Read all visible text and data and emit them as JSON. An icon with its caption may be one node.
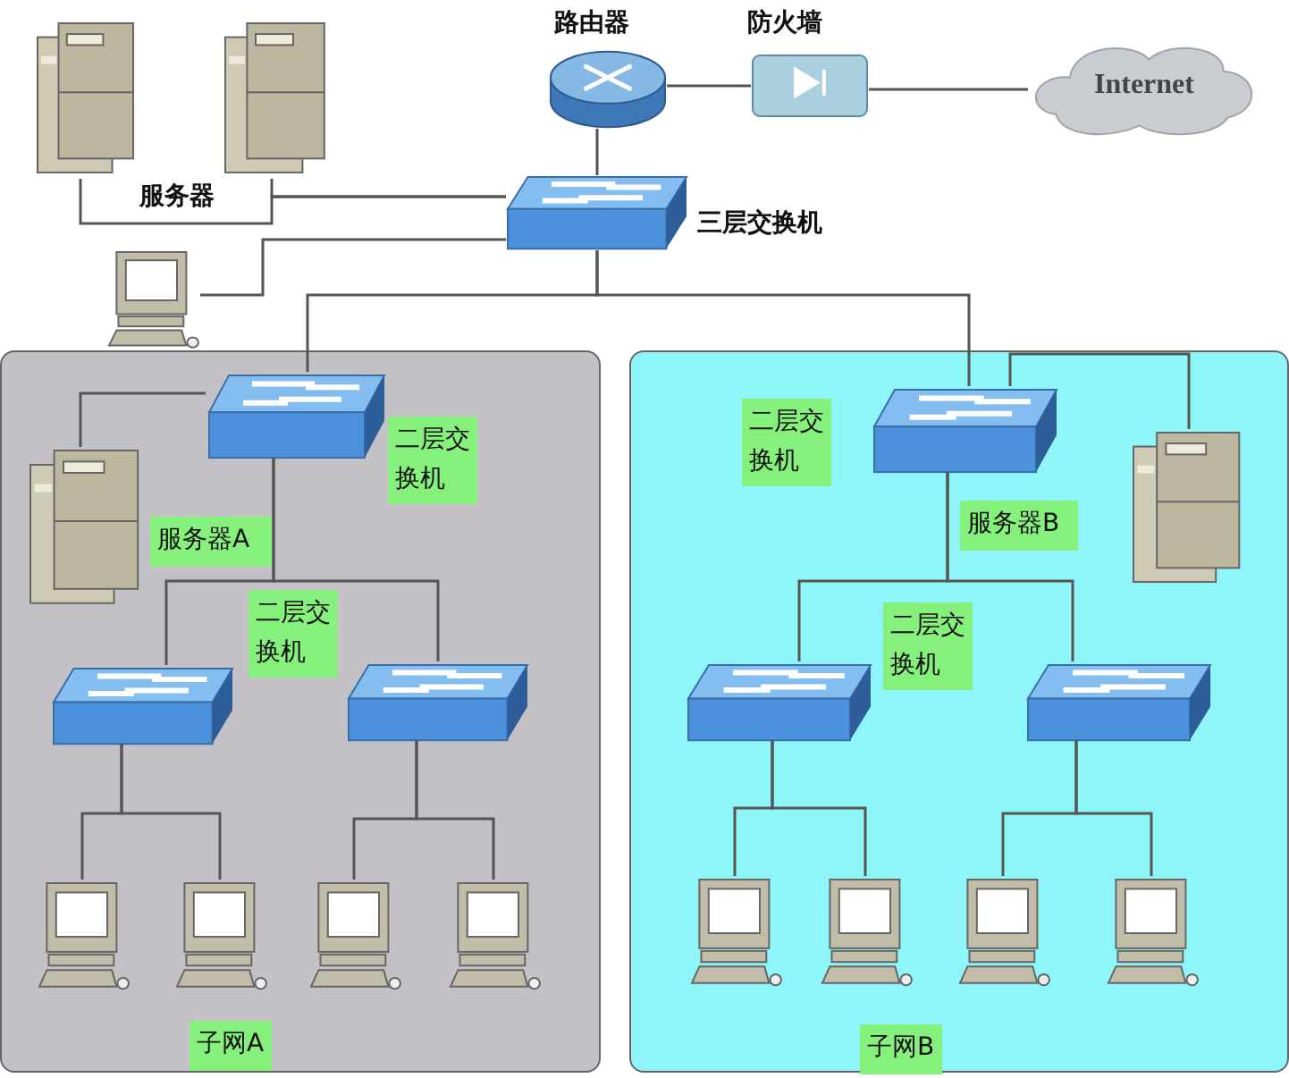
{
  "diagram": {
    "nodes": [
      {
        "text": [],
        "shape": "picture"
      },
      {
        "text": [],
        "shape": "picture"
      },
      {
        "text": [],
        "shape": "picture",
        "beside": [
          "路由器"
        ]
      },
      {
        "text": [],
        "shape": "picture",
        "beside": [
          "防火墙"
        ]
      },
      {
        "text": [
          "Internet"
        ]
      },
      {
        "text": [],
        "shape": "picture",
        "beside": [
          "三层交换机"
        ]
      },
      {
        "text": [],
        "shape": "picture"
      },
      {
        "text": [
          "子网A"
        ]
      },
      {
        "text": [],
        "shape": "picture",
        "in": 7,
        "beside": [
          "二层交换机"
        ]
      },
      {
        "text": [],
        "shape": "picture",
        "in": 7,
        "beside": [
          "服务器A"
        ]
      },
      {
        "text": [],
        "shape": "picture",
        "in": 7
      },
      {
        "text": [],
        "shape": "picture",
        "in": 7
      },
      {
        "text": [],
        "shape": "picture",
        "in": 7
      },
      {
        "text": [],
        "shape": "picture",
        "in": 7
      },
      {
        "text": [],
        "shape": "picture",
        "in": 7
      },
      {
        "text": [],
        "shape": "picture",
        "in": 7
      },
      {
        "text": [
          "子网B"
        ]
      },
      {
        "text": [],
        "shape": "picture",
        "in": 16,
        "beside": [
          "二层交换机"
        ]
      },
      {
        "text": [],
        "shape": "picture",
        "in": 16
      },
      {
        "text": [],
        "shape": "picture",
        "in": 16
      },
      {
        "text": [],
        "shape": "picture",
        "in": 16
      },
      {
        "text": [],
        "shape": "picture",
        "in": 16
      },
      {
        "text": [],
        "shape": "picture",
        "in": 16
      },
      {
        "text": [],
        "shape": "picture",
        "in": 16
      },
      {
        "text": [],
        "shape": "picture",
        "in": 16
      }
    ],
    "edges": [
      {
        "from": 0,
        "to": 5,
        "arrow": "none"
      },
      {
        "from": 1,
        "to": 5,
        "arrow": "none"
      },
      {
        "from": 2,
        "to": 3,
        "arrow": "none"
      },
      {
        "from": 3,
        "to": 4,
        "arrow": "none"
      },
      {
        "from": 2,
        "to": 5,
        "arrow": "none"
      },
      {
        "from": 6,
        "to": 5,
        "arrow": "none"
      },
      {
        "from": 5,
        "to": 8,
        "arrow": "none"
      },
      {
        "from": 5,
        "to": 17,
        "arrow": "none"
      },
      {
        "from": 8,
        "to": 9,
        "arrow": "none"
      },
      {
        "from": 8,
        "to": 10,
        "arrow": "none"
      },
      {
        "from": 8,
        "to": 11,
        "arrow": "none"
      },
      {
        "from": 10,
        "to": 12,
        "arrow": "none"
      },
      {
        "from": 10,
        "to": 13,
        "arrow": "none"
      },
      {
        "from": 11,
        "to": 14,
        "arrow": "none"
      },
      {
        "from": 11,
        "to": 15,
        "arrow": "none"
      },
      {
        "from": 17,
        "to": 18,
        "arrow": "none"
      },
      {
        "from": 17,
        "to": 19,
        "arrow": "none"
      },
      {
        "from": 17,
        "to": 20,
        "arrow": "none"
      },
      {
        "from": 19,
        "to": 21,
        "arrow": "none"
      },
      {
        "from": 19,
        "to": 22,
        "arrow": "none"
      },
      {
        "from": 20,
        "to": 23,
        "arrow": "none"
      },
      {
        "from": 20,
        "to": 24,
        "arrow": "none"
      }
    ],
    "labels": [
      "服务器",
      "服务器B",
      "二层交换机",
      "二层交换机"
    ]
  }
}
